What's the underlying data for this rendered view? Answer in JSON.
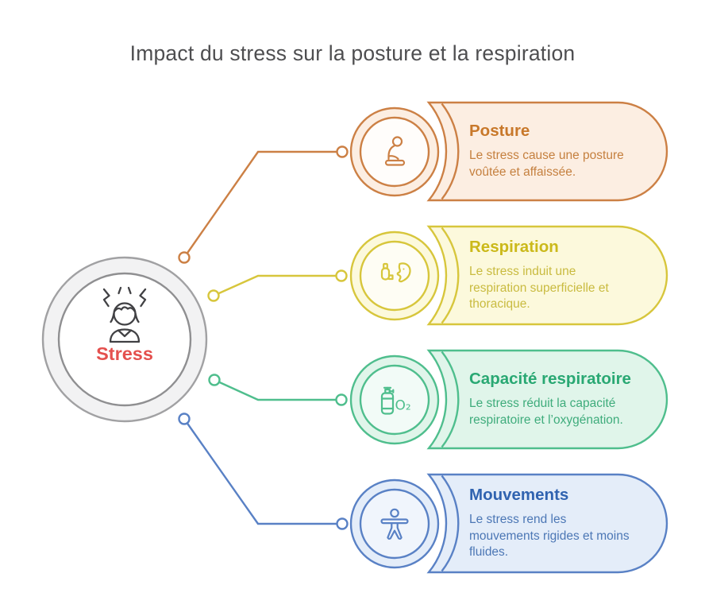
{
  "page_title": "Impact du stress sur la posture et la respiration",
  "title_color": "#4e4e50",
  "background": "#ffffff",
  "hub": {
    "label": "Stress",
    "label_color": "#e4504e",
    "icon": "stressed-person-icon",
    "icon_color": "#414144",
    "outer_fill": "#f2f2f3",
    "outer_stroke": "#a1a1a3",
    "inner_stroke": "#8f8f91"
  },
  "items": [
    {
      "title": "Posture",
      "description": "Le stress cause une posture voûtée et affaissée.",
      "lines": [
        "Le stress cause une posture",
        "voûtée et affaissée."
      ],
      "icon": "meditation-person-icon",
      "accent": "#cc8045",
      "fill": "#fceee2",
      "title_color": "#c8782a",
      "text_color": "#c5803f"
    },
    {
      "title": "Respiration",
      "description": "Le stress induit une respiration superficielle et thoracique.",
      "lines": [
        "Le stress induit une",
        "respiration superficielle et",
        "thoracique."
      ],
      "icon": "inhaler-face-icon",
      "accent": "#d7c63c",
      "fill": "#fcf9dc",
      "title_color": "#cbb91a",
      "text_color": "#c9bb40"
    },
    {
      "title": "Capacité respiratoire",
      "description": "Le stress réduit la capacité respiratoire et l’oxygénation.",
      "lines": [
        "Le stress réduit la capacité",
        "respiratoire et l’oxygénation."
      ],
      "icon": "oxygen-tank-icon",
      "icon_label": "O₂",
      "accent": "#4fbe8d",
      "fill": "#e0f5ea",
      "title_color": "#29a873",
      "text_color": "#3fac7c"
    },
    {
      "title": "Mouvements",
      "description": "Le stress rend les mouvements rigides et moins fluides.",
      "lines": [
        "Le stress rend les",
        "mouvements rigides et moins",
        "fluides."
      ],
      "icon": "movement-person-icon",
      "accent": "#5981c5",
      "fill": "#e4edf9",
      "title_color": "#3063b0",
      "text_color": "#4c77b5"
    }
  ]
}
